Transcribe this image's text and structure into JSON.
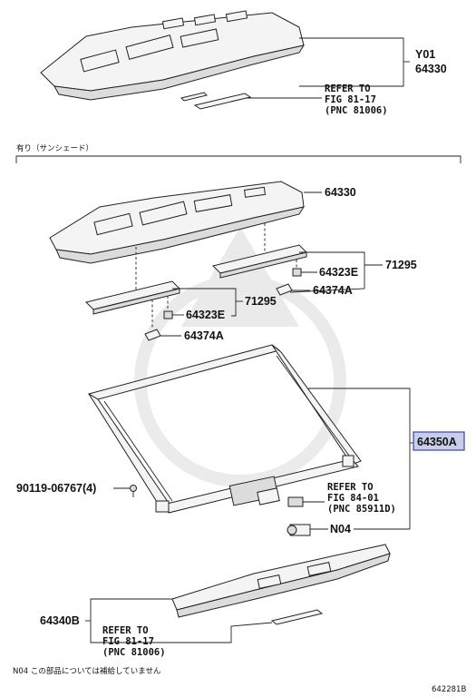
{
  "top_assembly": {
    "variant_code": "Y01",
    "part_number": "64330",
    "ref_line1": "REFER TO",
    "ref_line2": "FIG 81-17",
    "ref_line3": "(PNC 81006)"
  },
  "section_header": "有り（サンシェード）",
  "sunshade_section": {
    "package_tray": "64330",
    "bracket_right": "71295",
    "bracket_left": "71295",
    "clip_right": "64323E",
    "clip_left": "64323E",
    "cap_right": "64374A",
    "cap_left": "64374A",
    "sunshade_assy": "64350A",
    "screw": "90119-06767(4)",
    "ref_motor_line1": "REFER TO",
    "ref_motor_line2": "FIG 84-01",
    "ref_motor_line3": "(PNC 85911D)",
    "note_code": "N04"
  },
  "bottom_assembly": {
    "part_number": "64340B",
    "ref_line1": "REFER TO",
    "ref_line2": "FIG 81-17",
    "ref_line3": "(PNC 81006)"
  },
  "footnote": "N04 この部品については補給していません",
  "figure_id": "642281B",
  "colors": {
    "highlight_fill": "#c8cdea",
    "highlight_stroke": "#3a46a6"
  }
}
